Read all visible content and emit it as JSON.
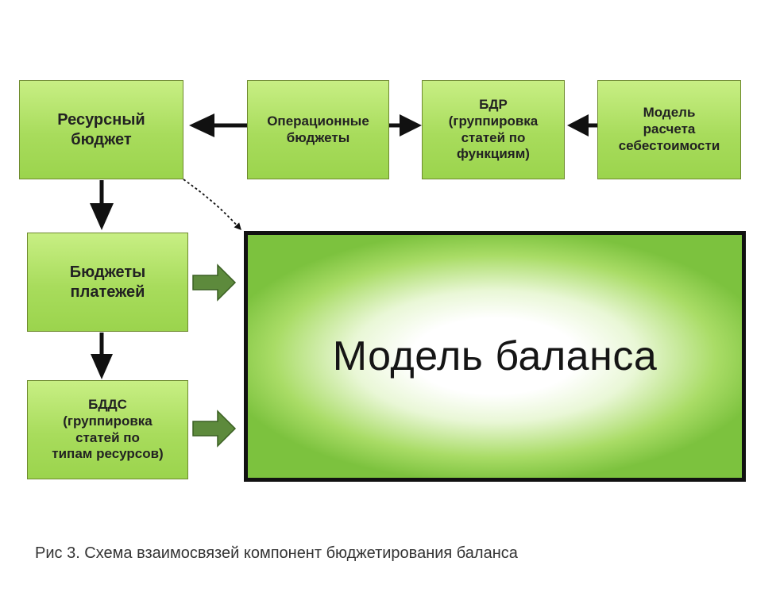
{
  "diagram": {
    "nodes": {
      "resource_budget": "Ресурсный\nбюджет",
      "operational_budgets": "Операционные\nбюджеты",
      "bdr": "БДР\n(группировка\nстатей по\nфункциям)",
      "cost_model": "Модель\nрасчета\nсебестоимости",
      "payment_budgets": "Бюджеты\nплатежей",
      "bdds": "БДДС\n(группировка\nстатей по\nтипам ресурсов)",
      "balance_model": "Модель баланса"
    },
    "caption": "Рис 3. Схема взаимосвязей компонент бюджетирования баланса"
  },
  "colors": {
    "box_fill": "#a8dc5c",
    "box_border": "#6e8a2e",
    "arrow_dark": "#111111",
    "arrow_green": "#5d8a3c"
  }
}
